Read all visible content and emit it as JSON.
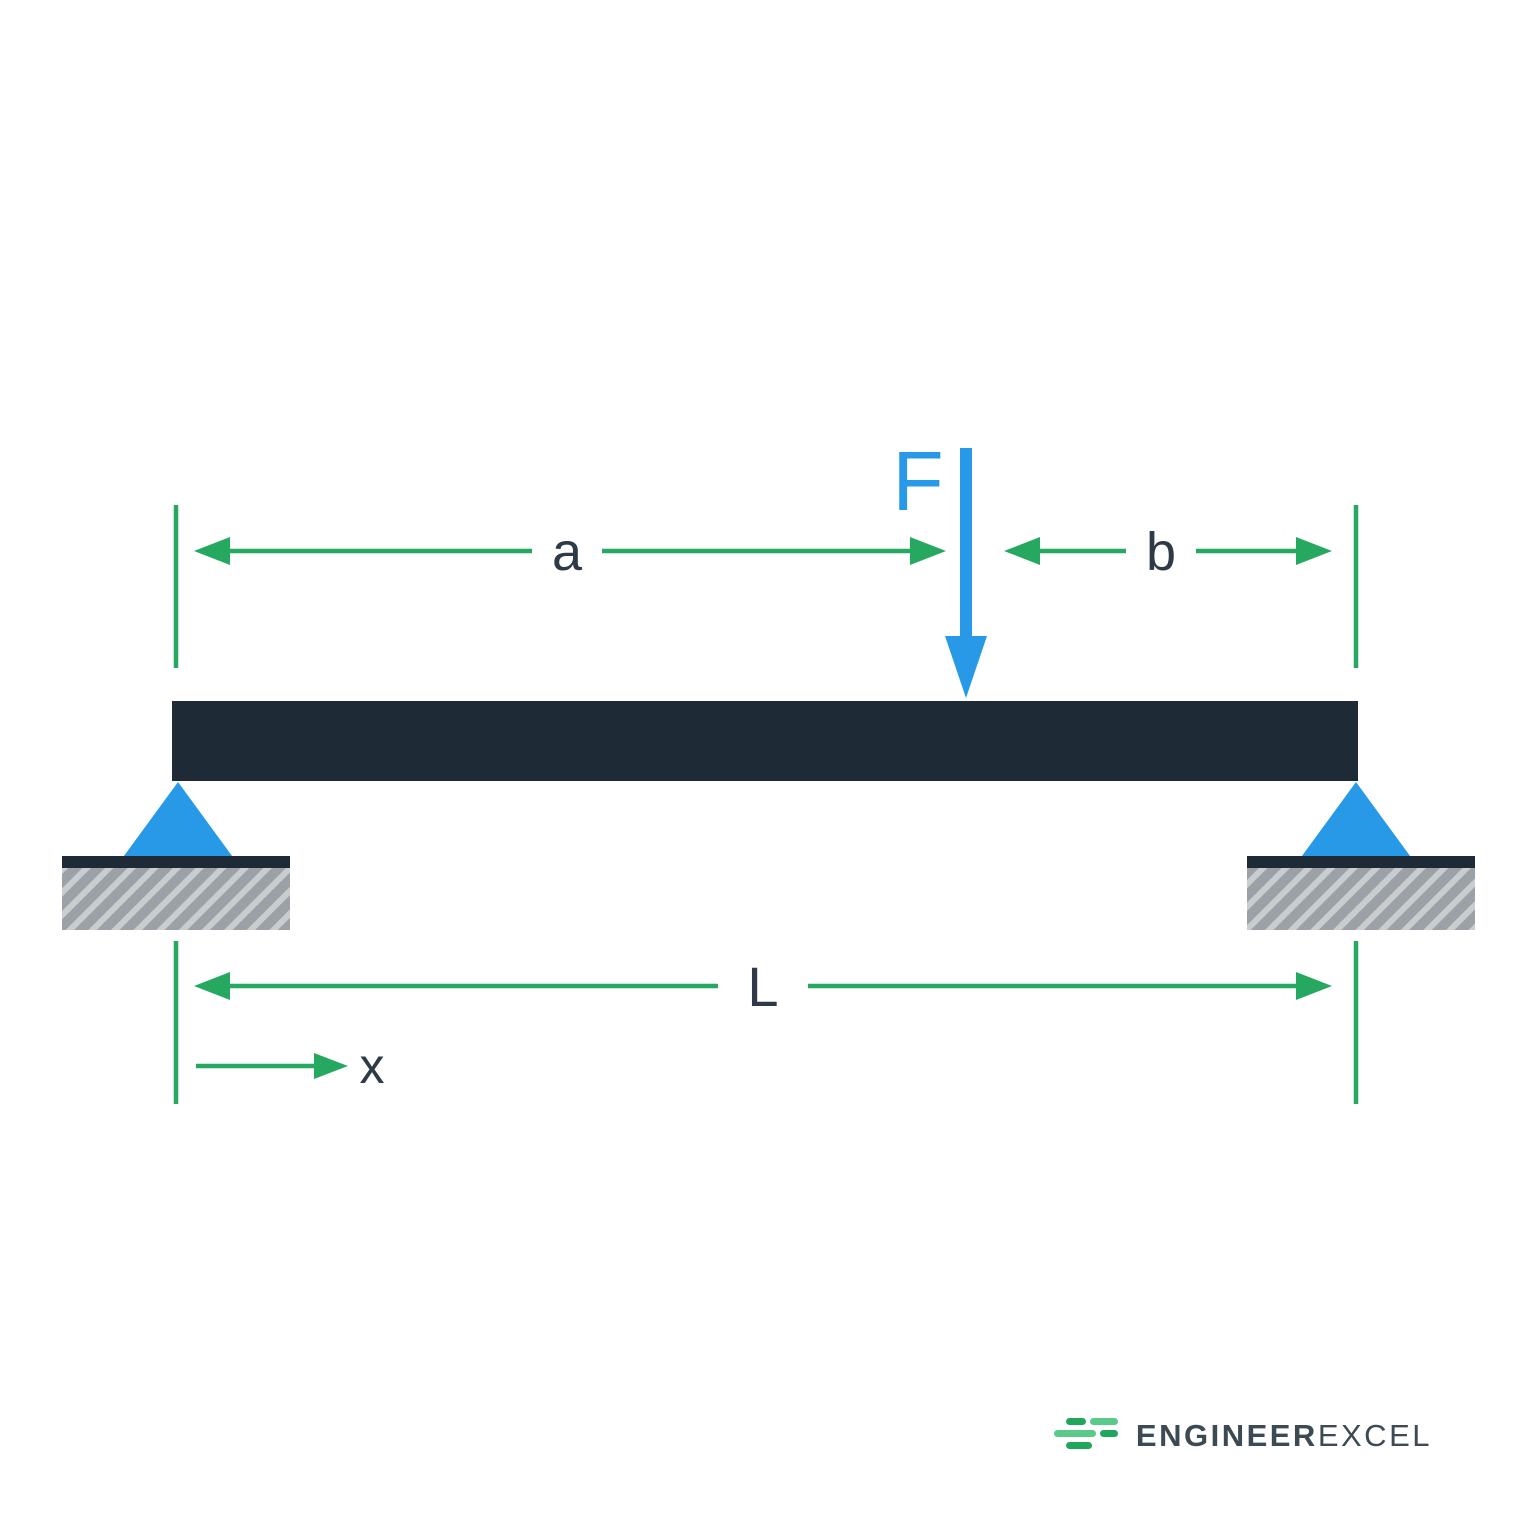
{
  "labels": {
    "force": "F",
    "dim_a": "a",
    "dim_b": "b",
    "length": "L",
    "axis_x": "x"
  },
  "logo": {
    "brand_part1": "ENGINEER",
    "brand_part2": "EXCEL"
  },
  "colors": {
    "green": "#27A860",
    "blue": "#2799E6",
    "beam": "#1E2A36",
    "ground_base": "#9BA1A6",
    "ground_stripe": "#C9CDD0",
    "label_text": "#2E3B46",
    "logo_text": "#3C4A54",
    "logo_green_1": "#1FA85C",
    "logo_green_2": "#5BC98A"
  }
}
